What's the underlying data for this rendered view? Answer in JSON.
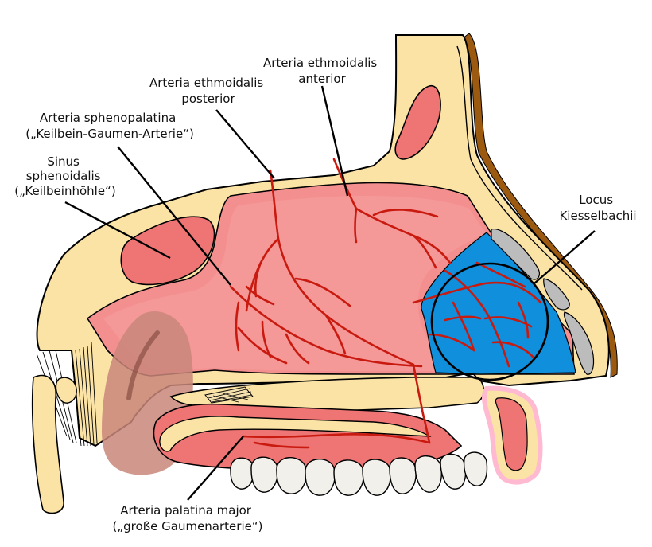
{
  "labels": {
    "ethmoid_anterior": {
      "line1": "Arteria ethmoidalis",
      "line2": "anterior"
    },
    "ethmoid_posterior": {
      "line1": "Arteria ethmoidalis",
      "line2": "posterior"
    },
    "sphenopalatina": {
      "line1": "Arteria sphenopalatina",
      "line2": "(„Keilbein-Gaumen-Arterie“)"
    },
    "sinus": {
      "line1": "Sinus",
      "line2": "sphenoidalis",
      "line3": "(„Keilbeinhöhle“)"
    },
    "locus": {
      "line1": "Locus",
      "line2": "Kiesselbachii"
    },
    "palatina": {
      "line1": "Arteria palatina major",
      "line2": "(„große Gaumenarterie“)"
    }
  },
  "colors": {
    "bone": "#fbe3a6",
    "mucosa": "#f48f8f",
    "cavity": "#ef7474",
    "artery": "#c91a10",
    "kiesselbach_zone": "#0f8fdc",
    "throat": "#c9867a",
    "cartilage": "#bcbcbc",
    "skin_edge": "#9b5a10",
    "outline": "#000000"
  }
}
